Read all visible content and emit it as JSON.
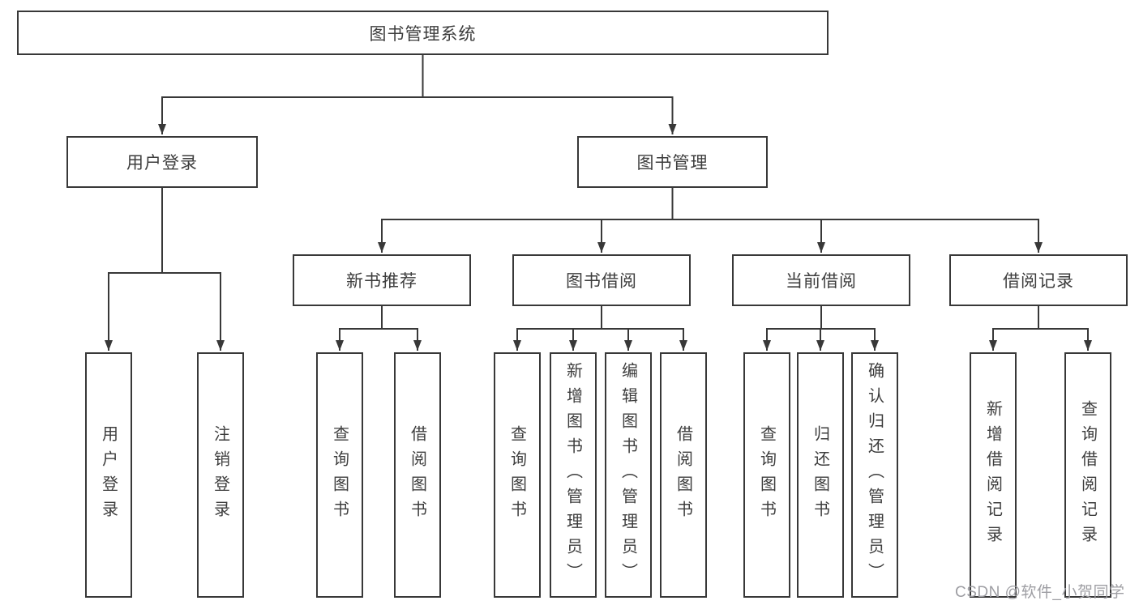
{
  "tree": {
    "root": "图书管理系统",
    "children": [
      {
        "label": "用户登录",
        "children": [
          "用户登录",
          "注销登录"
        ]
      },
      {
        "label": "图书管理",
        "children": [
          {
            "label": "新书推荐",
            "children": [
              "查询图书",
              "借阅图书"
            ]
          },
          {
            "label": "图书借阅",
            "children": [
              "查询图书",
              "新增图书（管理员）",
              "编辑图书（管理员）",
              "借阅图书"
            ]
          },
          {
            "label": "当前借阅",
            "children": [
              "查询图书",
              "归还图书",
              "确认归还（管理员）"
            ]
          },
          {
            "label": "借阅记录",
            "children": [
              "新增借阅记录",
              "查询借阅记录"
            ]
          }
        ]
      }
    ]
  },
  "watermark": "CSDN @软件_小贺同学",
  "colors": {
    "line": "#383838",
    "box_border": "#383838",
    "text": "#3d3d3d",
    "watermark": "#9e9ea3",
    "background": "#ffffff"
  }
}
